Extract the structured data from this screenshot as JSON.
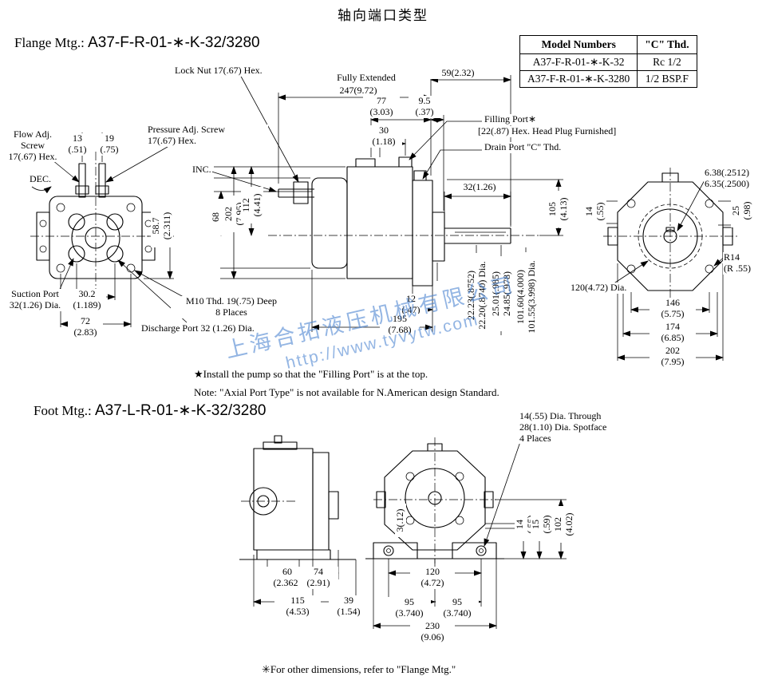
{
  "page": {
    "title": "轴向端口类型"
  },
  "headings": {
    "flange_label": "Flange Mtg.:",
    "flange_model": "A37-F-R-01-∗-K-32/3280",
    "foot_label": "Foot Mtg.:",
    "foot_model": "A37-L-R-01-∗-K-32/3280"
  },
  "table": {
    "header_model": "Model Numbers",
    "header_thd": "\"C\" Thd.",
    "rows": [
      {
        "model": "A37-F-R-01-∗-K-32",
        "thd": "Rc 1/2"
      },
      {
        "model": "A37-F-R-01-∗-K-3280",
        "thd": "1/2 BSP.F"
      }
    ]
  },
  "flange_view": {
    "lock_nut": "Lock Nut 17(.67) Hex.",
    "fully_extended": "Fully Extended",
    "dim_247": "247(9.72)",
    "dim_59": "59(2.32)",
    "dim_77": "77\n(3.03)",
    "dim_9_5": "9.5\n(.37)",
    "dim_30": "30\n(1.18)",
    "filling_port": "Filling Port∗",
    "filling_port_note": "[22(.87) Hex. Head Plug Furnished]",
    "drain_port": "Drain Port \"C\" Thd.",
    "flow_adj": "Flow Adj.\nScrew\n17(.67) Hex.",
    "dim_13": "13\n(.51)",
    "dim_19": "19\n(.75)",
    "pressure_adj": "Pressure Adj. Screw\n17(.67) Hex.",
    "dec": "DEC.",
    "inc": "INC.",
    "dim_68": "68\n(2.68)",
    "dim_202_side": "202\n(7.95)",
    "dim_112": "112\n(4.41)",
    "dim_32_shaft": "32(1.26)",
    "dim_105": "105\n(4.13)",
    "dim_58_7": "58.7\n(2.311)",
    "dim_30_2": "30.2\n(1.189)",
    "dim_72": "72\n(2.83)",
    "suction_port": "Suction Port\n32(1.26) Dia.",
    "m10_thread": "M10 Thd. 19(.75) Deep\n8 Places",
    "discharge_port": "Discharge Port 32 (1.26) Dia.",
    "dim_12": "12\n(.47)",
    "dim_195": "195\n(7.68)",
    "dim_shaft_dia": "22.23(.8752)\n22.20(.8740) Dia.",
    "dim_key": "25.01(.985)\n24.85(.978)",
    "dim_pilot_dia": "101.60(4.000)\n101.55(3.998) Dia.",
    "dim_key_width": "6.38(.2512)\n6.35(.2500)",
    "dim_25": "25\n(.98)",
    "dim_14": "14\n(.55)",
    "r14": "R14\n(R .55)",
    "dim_120_dia": "120(4.72) Dia.",
    "dim_146": "146\n(5.75)",
    "dim_174": "174\n(6.85)",
    "dim_202_rear": "202\n(7.95)"
  },
  "notes": {
    "install": "★Install the pump so that the \"Filling Port\" is at the top.",
    "axial": "Note: \"Axial Port Type\" is not available for N.American design Standard.",
    "footer": "✳For other dimensions, refer to \"Flange Mtg.\""
  },
  "foot_view": {
    "spotface": "14(.55) Dia. Through\n28(1.10) Dia. Spotface\n4 Places",
    "dim_3": "3(.12)",
    "dim_14": "14\n(.55)",
    "dim_15": "15\n(.59)",
    "dim_102": "102\n(4.02)",
    "dim_60": "60\n(2.362)",
    "dim_74": "74\n(2.91)",
    "dim_115": "115\n(4.53)",
    "dim_39": "39\n(1.54)",
    "dim_120": "120\n(4.72)",
    "dim_95_left": "95\n(3.740)",
    "dim_95_right": "95\n(3.740)",
    "dim_230": "230\n(9.06)"
  },
  "watermark": {
    "company": "上海合拓液压机械有限公司",
    "url": "http://www.tyvytw.com"
  }
}
